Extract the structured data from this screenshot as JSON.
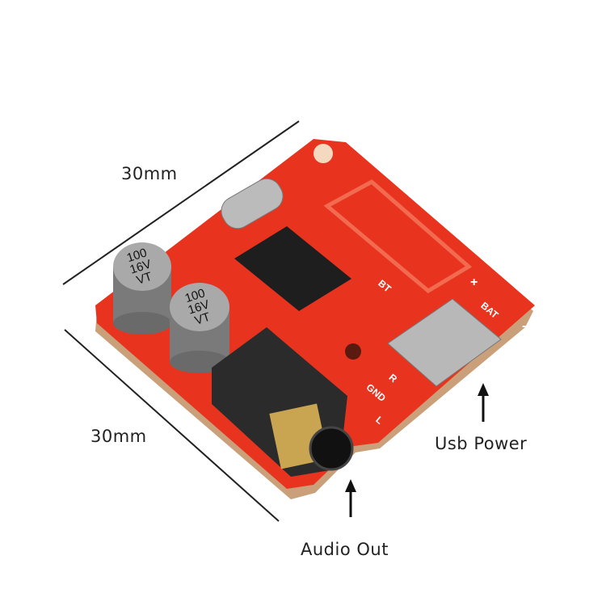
{
  "dimensions": {
    "width_label": "30mm",
    "depth_label": "30mm"
  },
  "callouts": {
    "usb_power": "Usb Power",
    "audio_out": "Audio Out"
  },
  "board": {
    "capacitor_marking": [
      "100",
      "16V",
      "VT"
    ],
    "silkscreen": [
      "BT",
      "BAT",
      "+",
      "-",
      "R",
      "GND",
      "L"
    ],
    "colors": {
      "pcb": "#e8341f",
      "capacitor": "#8a8a8a",
      "jack": "#2b2b2b",
      "gold": "#c9a552"
    }
  }
}
